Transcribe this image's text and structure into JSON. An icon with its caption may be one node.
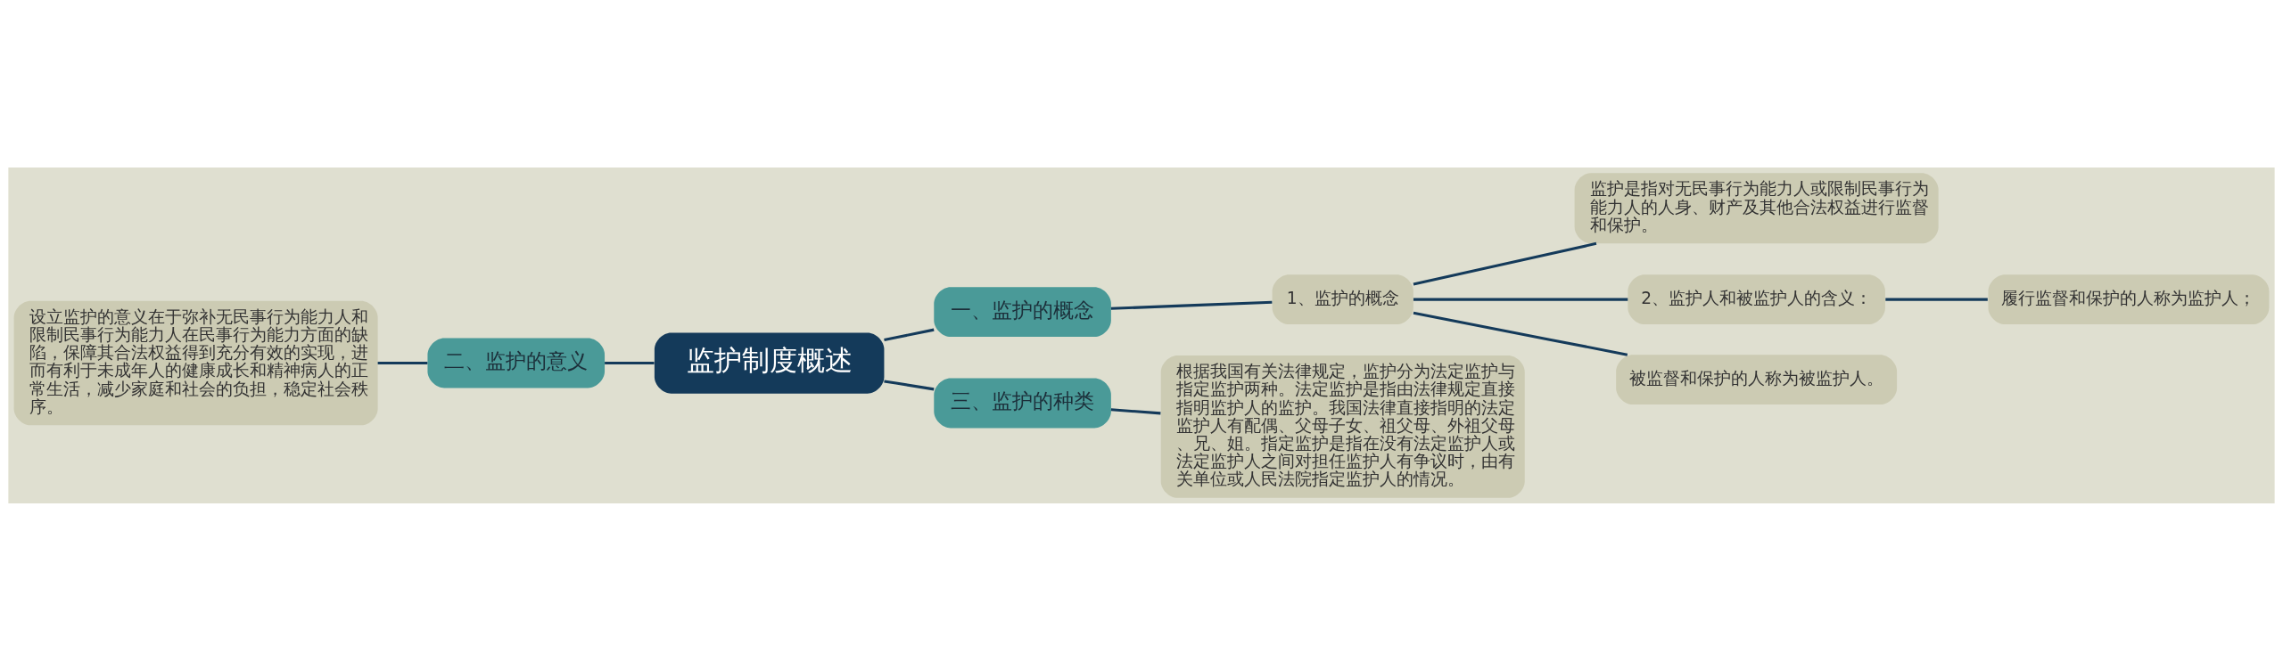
{
  "diagram": {
    "nodes": [
      {
        "text": [
          "监护制度概述"
        ]
      },
      {
        "text": [
          "一、监护的概念"
        ]
      },
      {
        "text": [
          "1、监护的概念"
        ]
      },
      {
        "text": [
          "监护是指对无民事行为能力人或限制民事行为能力人的人身、财产及其他合法权益进行监督和保护。"
        ]
      },
      {
        "text": [
          "2、监护人和被监护人的含义："
        ]
      },
      {
        "text": [
          "履行监督和保护的人称为监护人；"
        ]
      },
      {
        "text": [
          "被监督和保护的人称为被监护人。"
        ]
      },
      {
        "text": [
          "三、监护的种类"
        ]
      },
      {
        "text": [
          "根据我国有关法律规定，监护分为法定监护与指定监护两种。法定监护是指由法律规定直接指明监护人的监护。我国法律直接指明的法定监护人有配偶、父母子女、祖父母、外祖父母、兄、姐。指定监护是指在没有法定监护人或法定监护人之间对担任监护人有争议时，由有关单位或人民法院指定监护人的情况。"
        ]
      },
      {
        "text": [
          "二、监护的意义"
        ]
      },
      {
        "text": [
          "设立监护的意义在于弥补无民事行为能力人和限制民事行为能力人在民事行为能力方面的缺陷，保障其合法权益得到充分有效的实现，进而有利于未成年人的健康成长和精神病人的正常生活，减少家庭和社会的负担，稳定社会秩序。"
        ]
      }
    ],
    "edges": [
      {
        "from": 0,
        "to": 1,
        "arrow": "none"
      },
      {
        "from": 1,
        "to": 2,
        "arrow": "none"
      },
      {
        "from": 2,
        "to": 3,
        "arrow": "none"
      },
      {
        "from": 2,
        "to": 4,
        "arrow": "none"
      },
      {
        "from": 4,
        "to": 5,
        "arrow": "none"
      },
      {
        "from": 2,
        "to": 6,
        "arrow": "none"
      },
      {
        "from": 0,
        "to": 7,
        "arrow": "none"
      },
      {
        "from": 7,
        "to": 8,
        "arrow": "none"
      },
      {
        "from": 0,
        "to": 9,
        "arrow": "none"
      },
      {
        "from": 9,
        "to": 10,
        "arrow": "none"
      }
    ]
  }
}
